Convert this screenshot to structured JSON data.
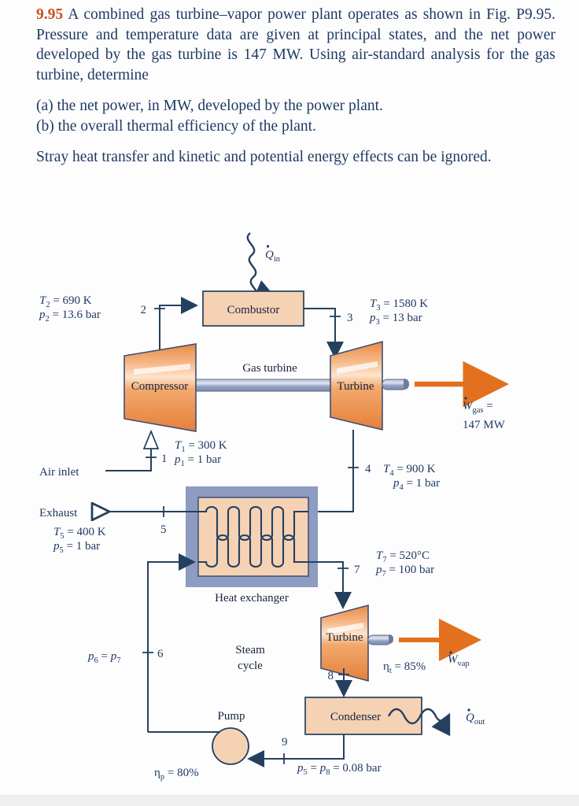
{
  "problem": {
    "number": "9.95",
    "paragraph1": "A combined gas turbine–vapor power plant operates as shown in Fig. P9.95. Pressure and temperature data are given at principal states, and the net power developed by the gas turbine is 147 MW. Using air-standard analysis for the gas turbine, determine",
    "item_a": "(a) the net power, in MW, developed by the power plant.",
    "item_b": "(b) the overall thermal efficiency of the plant.",
    "paragraph2": "Stray heat transfer and kinetic and potential energy effects can be ignored."
  },
  "figure": {
    "components": {
      "combustor": "Combustor",
      "compressor": "Compressor",
      "gas_turbine_shaft_label": "Gas turbine",
      "gas_turbine": "Turbine",
      "heat_exchanger": "Heat exchanger",
      "steam_turbine": "Turbine",
      "condenser": "Condenser",
      "pump": "Pump",
      "steam_cycle_line1": "Steam",
      "steam_cycle_line2": "cycle"
    },
    "flows": {
      "air_inlet": "Air inlet",
      "exhaust": "Exhaust"
    },
    "energy": {
      "q_in_symbol": "Q",
      "q_in_sub": "in",
      "q_out_symbol": "Q",
      "q_out_sub": "out",
      "w_gas_symbol": "W",
      "w_gas_sub": "gas",
      "w_gas_eq": "=",
      "w_gas_value": "147 MW",
      "w_vap_symbol": "W",
      "w_vap_sub": "vap"
    },
    "states": {
      "s1": "1",
      "s2": "2",
      "s3": "3",
      "s4": "4",
      "s5": "5",
      "s6": "6",
      "s7": "7",
      "s8": "8",
      "s9": "9"
    },
    "state_data": {
      "T1": {
        "sym": "T",
        "sub": "1",
        "val": "= 300 K"
      },
      "p1": {
        "sym": "p",
        "sub": "1",
        "val": "= 1 bar"
      },
      "T2": {
        "sym": "T",
        "sub": "2",
        "val": "= 690 K"
      },
      "p2": {
        "sym": "p",
        "sub": "2",
        "val": "= 13.6 bar"
      },
      "T3": {
        "sym": "T",
        "sub": "3",
        "val": "= 1580 K"
      },
      "p3": {
        "sym": "p",
        "sub": "3",
        "val": "= 13 bar"
      },
      "T4": {
        "sym": "T",
        "sub": "4",
        "val": "= 900 K"
      },
      "p4": {
        "sym": "p",
        "sub": "4",
        "val": "= 1 bar"
      },
      "T5": {
        "sym": "T",
        "sub": "5",
        "val": "= 400 K"
      },
      "p5": {
        "sym": "p",
        "sub": "5",
        "val": "= 1 bar"
      },
      "p6p7": {
        "sym": "p",
        "sub": "6",
        "mid": "= ",
        "sym2": "p",
        "sub2": "7"
      },
      "T7": {
        "sym": "T",
        "sub": "7",
        "val": "= 520°C"
      },
      "p7": {
        "sym": "p",
        "sub": "7",
        "val": "= 100 bar"
      },
      "p5p8": {
        "sym": "p",
        "sub": "5",
        "mid": "= ",
        "sym2": "p",
        "sub2": "8",
        "val": "= 0.08 bar"
      }
    },
    "efficiencies": {
      "turbine_sym": "η",
      "turbine_sub": "t",
      "turbine_val": "= 85%",
      "pump_sym": "η",
      "pump_sub": "p",
      "pump_val": "= 80%"
    },
    "colors": {
      "orange_fill": "#f6d2b4",
      "orange_dark": "#e07b39",
      "orange_light": "#f7c49b",
      "navy_line": "#24405f",
      "blue_gray": "#8d9cc0",
      "shaft_gray": "#9aa6c4",
      "arrow_orange": "#e2701e",
      "problem_number": "#c8501e",
      "text_navy": "#1f3a63"
    }
  }
}
